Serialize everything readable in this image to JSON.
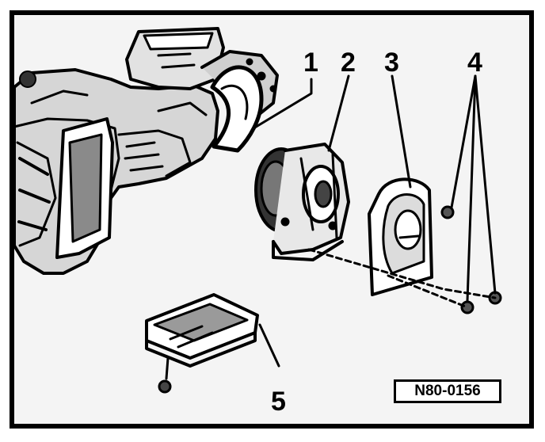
{
  "callouts": [
    "1",
    "2",
    "3",
    "4",
    "5"
  ],
  "reference": "N80-0156"
}
